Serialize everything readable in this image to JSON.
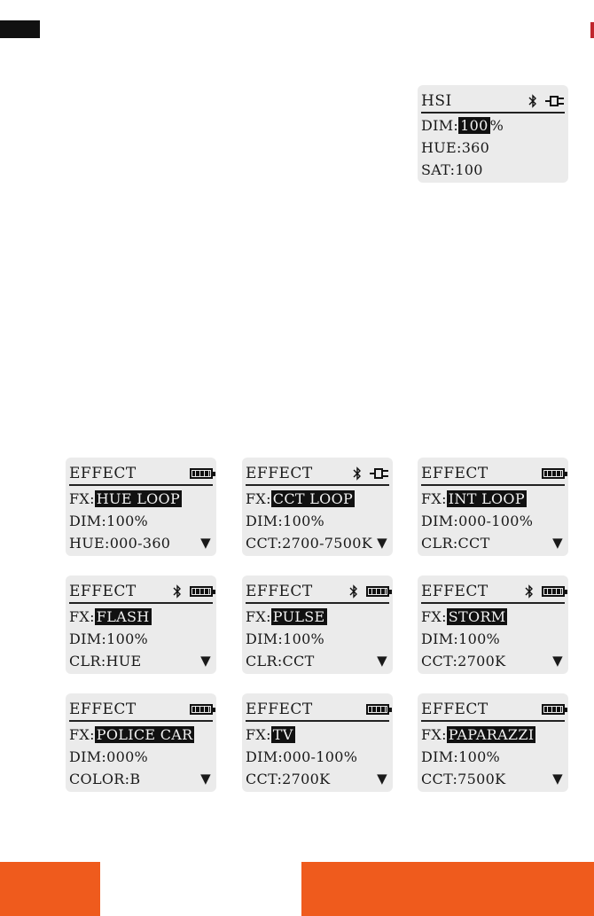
{
  "colors": {
    "accent": "#ef5b1d",
    "lcd_bg": "#ebebeb",
    "text": "#1a1a1a"
  },
  "hsi_screen": {
    "title": "HSI",
    "icons": [
      "bluetooth-icon",
      "power-plug-icon"
    ],
    "dim_label": "DIM:",
    "dim_value": "100",
    "dim_unit": "%",
    "hue": "HUE:360",
    "sat": "SAT:100"
  },
  "effect_screens": [
    {
      "title": "EFFECT",
      "icons": [
        "battery-icon"
      ],
      "fx_label": "FX:",
      "fx_value": "HUE LOOP",
      "line2": "DIM:100%",
      "line3": "HUE:000-360",
      "arrow": "▼"
    },
    {
      "title": "EFFECT",
      "icons": [
        "bluetooth-icon",
        "power-plug-icon"
      ],
      "fx_label": "FX:",
      "fx_value": "CCT LOOP",
      "line2": "DIM:100%",
      "line3": "CCT:2700-7500K",
      "arrow": "▼"
    },
    {
      "title": "EFFECT",
      "icons": [
        "battery-icon"
      ],
      "fx_label": "FX:",
      "fx_value": "INT LOOP",
      "line2": "DIM:000-100%",
      "line3": "CLR:CCT",
      "arrow": "▼"
    },
    {
      "title": "EFFECT",
      "icons": [
        "bluetooth-icon",
        "battery-icon"
      ],
      "fx_label": "FX:",
      "fx_value": "FLASH",
      "line2": "DIM:100%",
      "line3": "CLR:HUE",
      "arrow": "▼"
    },
    {
      "title": "EFFECT",
      "icons": [
        "bluetooth-icon",
        "battery-icon"
      ],
      "fx_label": "FX:",
      "fx_value": "PULSE",
      "line2": "DIM:100%",
      "line3": "CLR:CCT",
      "arrow": "▼"
    },
    {
      "title": "EFFECT",
      "icons": [
        "bluetooth-icon",
        "battery-icon"
      ],
      "fx_label": "FX:",
      "fx_value": "STORM",
      "line2": "DIM:100%",
      "line3": "CCT:2700K",
      "arrow": "▼"
    },
    {
      "title": "EFFECT",
      "icons": [
        "battery-icon"
      ],
      "fx_label": "FX:",
      "fx_value": "POLICE CAR",
      "line2": "DIM:000%",
      "line3": "COLOR:B",
      "arrow": "▼"
    },
    {
      "title": "EFFECT",
      "icons": [
        "battery-icon"
      ],
      "fx_label": "FX:",
      "fx_value": "TV",
      "line2": "DIM:000-100%",
      "line3": "CCT:2700K",
      "arrow": "▼"
    },
    {
      "title": "EFFECT",
      "icons": [
        "battery-icon"
      ],
      "fx_label": "FX:",
      "fx_value": "PAPARAZZI",
      "line2": "DIM:100%",
      "line3": "CCT:7500K",
      "arrow": "▼"
    }
  ]
}
